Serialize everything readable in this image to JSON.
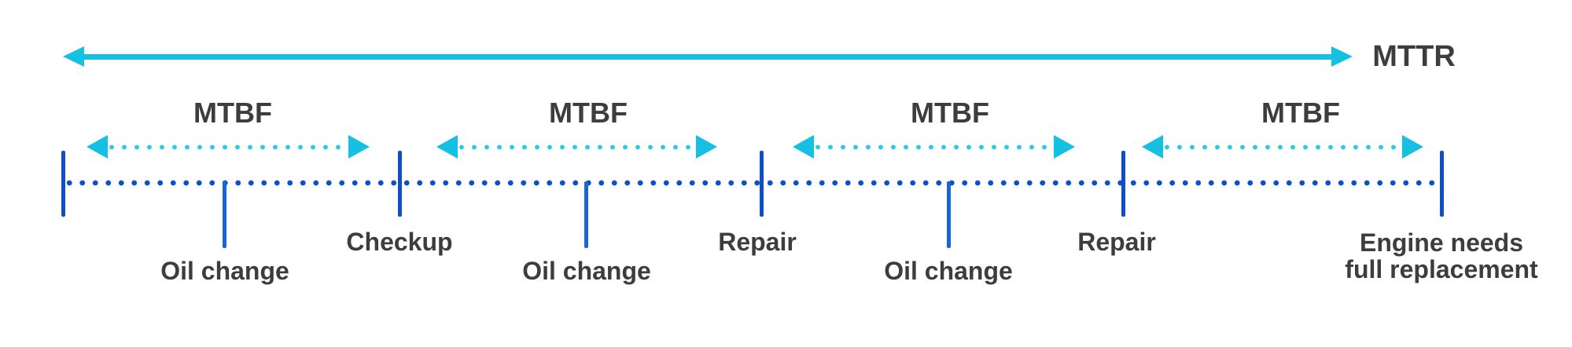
{
  "diagram": {
    "mttr_label": "MTTR",
    "mtbf_labels": [
      "MTBF",
      "MTBF",
      "MTBF",
      "MTBF"
    ],
    "labels": {
      "checkup": "Checkup",
      "repairs": [
        "Repair",
        "Repair"
      ],
      "oil_changes": [
        "Oil change",
        "Oil change",
        "Oil change"
      ],
      "end_line1": "Engine needs",
      "end_line2": "full replacement"
    },
    "colors": {
      "cyan": "#15c0e2",
      "cyan_dot": "#2fc7e7",
      "blue": "#0e4fc3",
      "oil_blue": "#1666da",
      "text": "#3d3d3d"
    }
  }
}
